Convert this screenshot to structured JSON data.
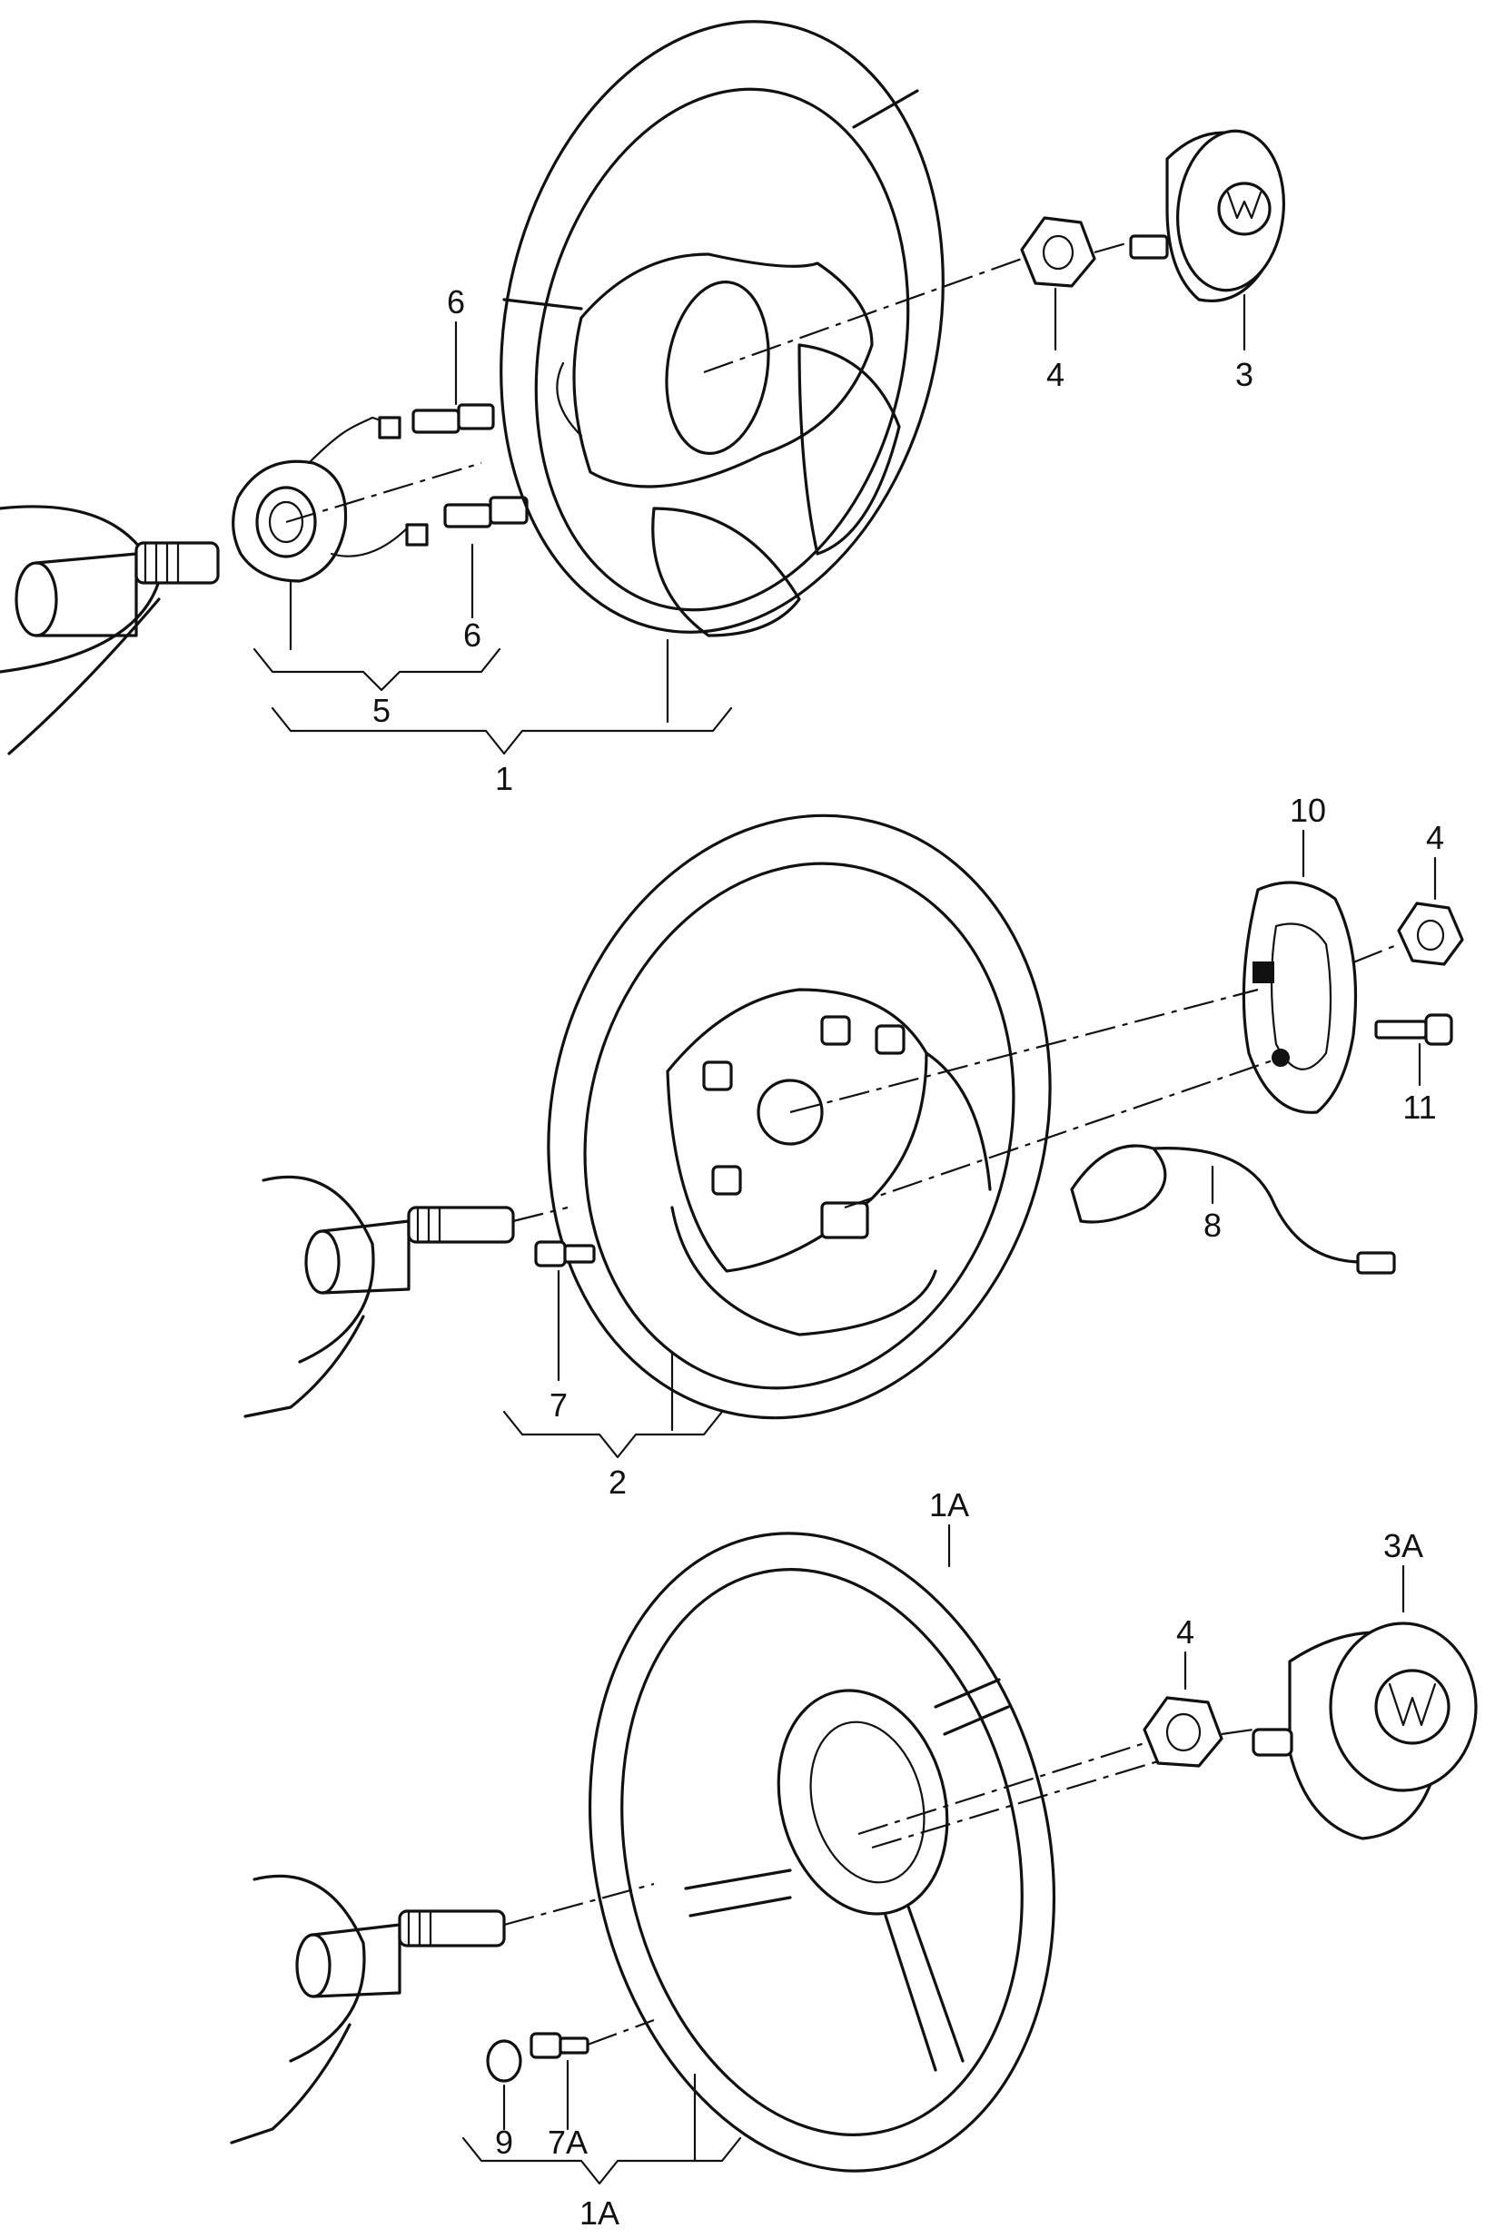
{
  "labels": {
    "1": "1",
    "1A": "1A",
    "2": "2",
    "3": "3",
    "3A": "3A",
    "4": "4",
    "5": "5",
    "6": "6",
    "7": "7",
    "7A": "7A",
    "8": "8",
    "9": "9",
    "10": "10",
    "11": "11"
  },
  "icons": {
    "logo": "vw-logo-icon"
  }
}
